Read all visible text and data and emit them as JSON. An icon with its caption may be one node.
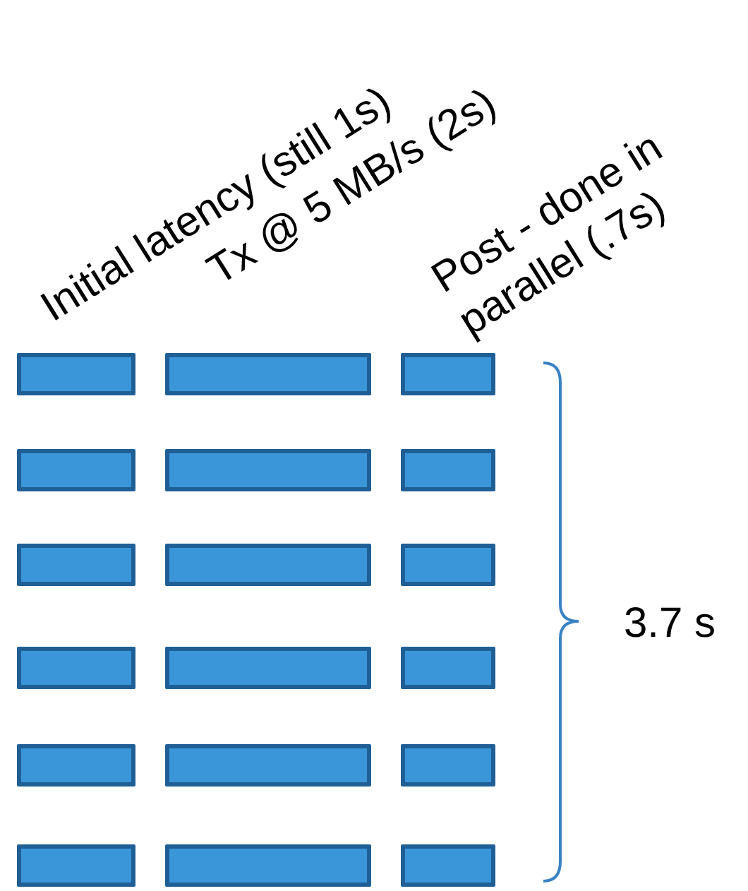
{
  "diagram": {
    "nodes": [
      {
        "text": [],
        "shape": "bar"
      },
      {
        "text": [],
        "shape": "bar"
      },
      {
        "text": [],
        "shape": "bar"
      },
      {
        "text": [],
        "shape": "bar"
      },
      {
        "text": [],
        "shape": "bar"
      },
      {
        "text": [],
        "shape": "bar"
      },
      {
        "text": [],
        "shape": "bar"
      },
      {
        "text": [],
        "shape": "bar"
      },
      {
        "text": [],
        "shape": "bar"
      },
      {
        "text": [],
        "shape": "bar"
      },
      {
        "text": [],
        "shape": "bar"
      },
      {
        "text": [],
        "shape": "bar"
      },
      {
        "text": [],
        "shape": "bar"
      },
      {
        "text": [],
        "shape": "bar"
      },
      {
        "text": [],
        "shape": "bar"
      },
      {
        "text": [],
        "shape": "bar"
      },
      {
        "text": [],
        "shape": "bar"
      },
      {
        "text": [],
        "shape": "bar"
      }
    ],
    "labels": [
      "Initial latency (still 1s)",
      "Tx @ 5 MB/s (2s)",
      "Post - done in parallel (.7s)",
      "3.7 s"
    ]
  }
}
